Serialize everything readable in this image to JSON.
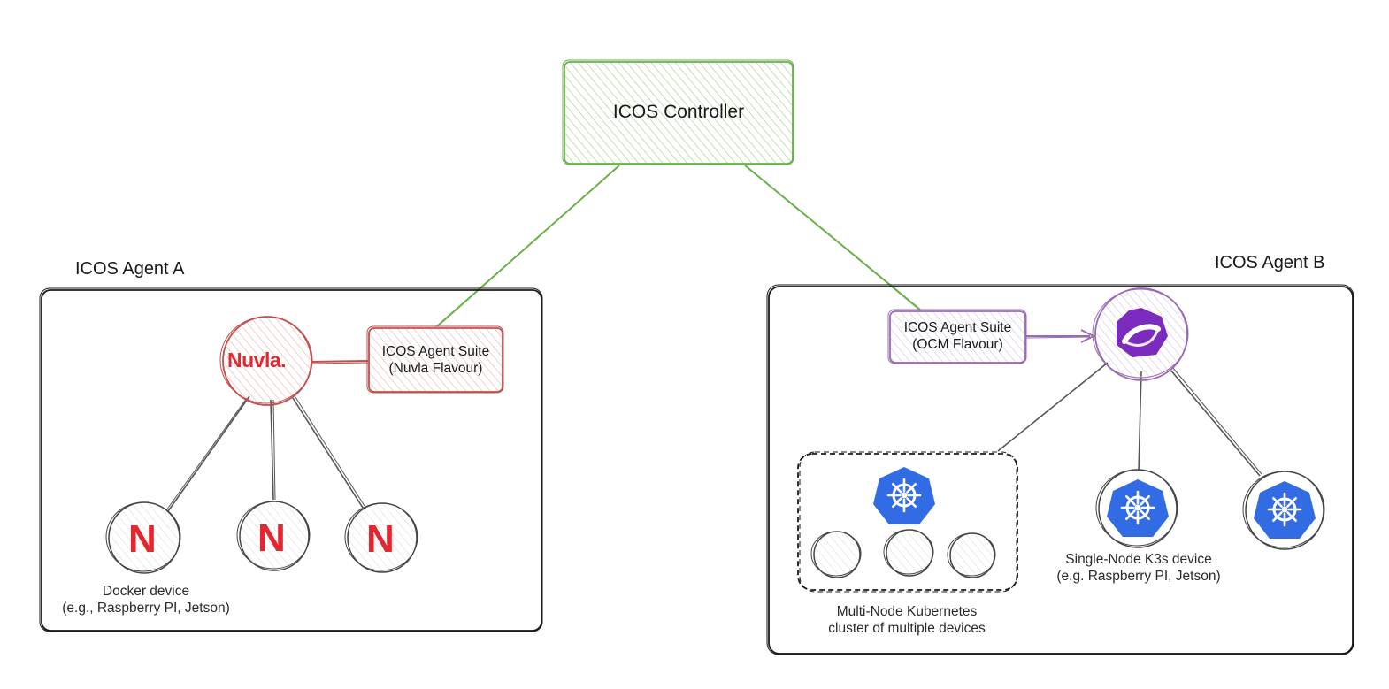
{
  "controller": {
    "label": "ICOS Controller",
    "color": "#6ab04c"
  },
  "agent_a": {
    "title": "ICOS Agent A",
    "suite": {
      "line1": "ICOS Agent Suite",
      "line2": "(Nuvla Flavour)",
      "color": "#c0504d"
    },
    "hub_logo_text": "Nuvla.",
    "node_letter": "N",
    "device_label": {
      "line1": "Docker device",
      "line2": "(e.g., Raspberry PI, Jetson)"
    },
    "brand_color": "#e3262f"
  },
  "agent_b": {
    "title": "ICOS Agent B",
    "suite": {
      "line1": "ICOS Agent Suite",
      "line2": "(OCM Flavour)",
      "color": "#9a6bb5"
    },
    "hub_icon": "ocm-logo-icon",
    "multi_node": {
      "line1": "Multi-Node Kubernetes",
      "line2": "cluster of multiple devices"
    },
    "single_node": {
      "line1": "Single-Node K3s device",
      "line2": "(e.g. Raspberry PI, Jetson)"
    },
    "k8s_color": "#326ce5",
    "ocm_color": "#7b2cbf"
  }
}
